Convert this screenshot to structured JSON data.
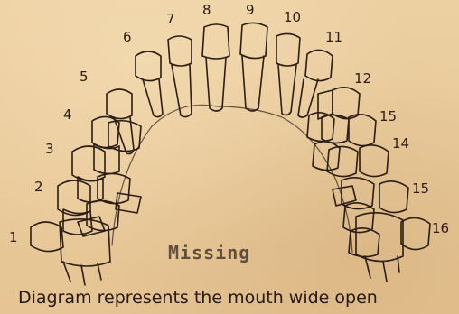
{
  "tooth_numbers": {
    "n1": "1",
    "n2": "2",
    "n3": "3",
    "n4": "4",
    "n5": "5",
    "n6": "6",
    "n7": "7",
    "n8": "8",
    "n9": "9",
    "n10": "10",
    "n11": "11",
    "n12": "12",
    "n13": "15",
    "n14": "14",
    "n15": "15",
    "n16": "16"
  },
  "missing_label": "Missing",
  "caption": "Diagram represents the mouth wide open",
  "colors": {
    "paper": "#e8c99a",
    "ink": "#2a1d14"
  }
}
